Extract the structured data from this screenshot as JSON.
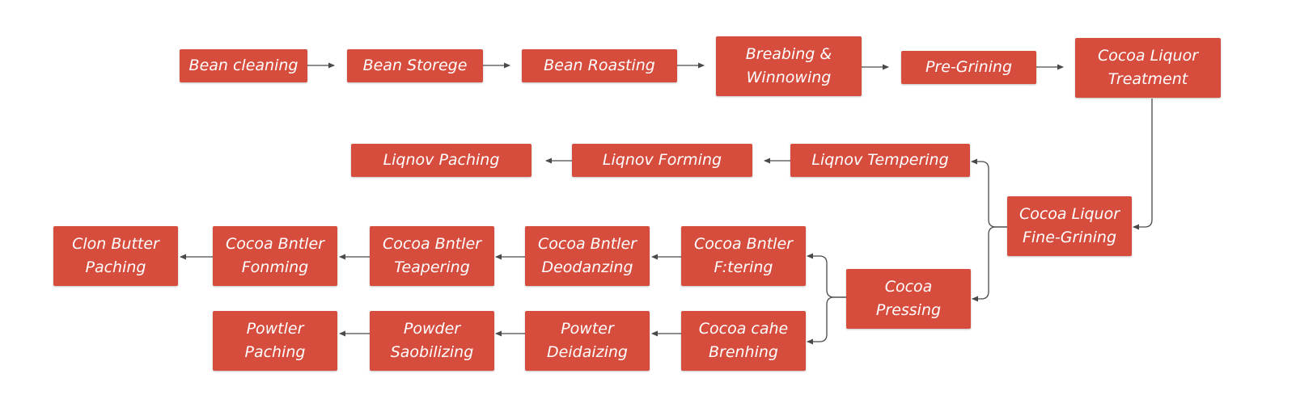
{
  "colors": {
    "node_fill": "#d64c3d",
    "node_text": "#ffffff",
    "connector": "#4a4a4a"
  },
  "nodes": [
    {
      "id": "bean-cleaning",
      "label": "Bean cleaning"
    },
    {
      "id": "bean-storege",
      "label": "Bean Storege"
    },
    {
      "id": "bean-roasting",
      "label": "Bean Roasting"
    },
    {
      "id": "breabing-winnowing",
      "label": "Breabing &\nWinnowing"
    },
    {
      "id": "pre-grining",
      "label": "Pre-Grining"
    },
    {
      "id": "cocoa-liquor-treatment",
      "label": "Cocoa Liquor\nTreatment"
    },
    {
      "id": "liqnov-paching",
      "label": "Liqnov Paching"
    },
    {
      "id": "liqnov-forming",
      "label": "Liqnov Forming"
    },
    {
      "id": "liqnov-tempering",
      "label": "Liqnov Tempering"
    },
    {
      "id": "cocoa-liquor-fine-grining",
      "label": "Cocoa Liquor\nFine-Grining"
    },
    {
      "id": "clon-butter-paching",
      "label": "Clon Butter\nPaching"
    },
    {
      "id": "cocoa-bntler-fonming",
      "label": "Cocoa Bntler\nFonming"
    },
    {
      "id": "cocoa-bntler-teapering",
      "label": "Cocoa Bntler\nTeapering"
    },
    {
      "id": "cocoa-bntler-deodanzing",
      "label": "Cocoa Bntler\nDeodanzing"
    },
    {
      "id": "cocoa-bntler-ftering",
      "label": "Cocoa Bntler\nF:tering"
    },
    {
      "id": "cocoa-pressing",
      "label": "Cocoa\nPressing"
    },
    {
      "id": "powtler-paching",
      "label": "Powtler\nPaching"
    },
    {
      "id": "powder-saobilizing",
      "label": "Powder\nSaobilizing"
    },
    {
      "id": "powter-deidaizing",
      "label": "Powter\nDeidaizing"
    },
    {
      "id": "cocoa-cahe-brenhing",
      "label": "Cocoa cahe\nBrenhing"
    }
  ],
  "edges": [
    {
      "from": "bean-cleaning",
      "to": "bean-storege"
    },
    {
      "from": "bean-storege",
      "to": "bean-roasting"
    },
    {
      "from": "bean-roasting",
      "to": "breabing-winnowing"
    },
    {
      "from": "breabing-winnowing",
      "to": "pre-grining"
    },
    {
      "from": "pre-grining",
      "to": "cocoa-liquor-treatment"
    },
    {
      "from": "cocoa-liquor-treatment",
      "to": "cocoa-liquor-fine-grining"
    },
    {
      "from": "cocoa-liquor-fine-grining",
      "to": "liqnov-tempering"
    },
    {
      "from": "cocoa-liquor-fine-grining",
      "to": "cocoa-pressing"
    },
    {
      "from": "liqnov-tempering",
      "to": "liqnov-forming"
    },
    {
      "from": "liqnov-forming",
      "to": "liqnov-paching"
    },
    {
      "from": "cocoa-pressing",
      "to": "cocoa-bntler-ftering"
    },
    {
      "from": "cocoa-pressing",
      "to": "cocoa-cahe-brenhing"
    },
    {
      "from": "cocoa-bntler-ftering",
      "to": "cocoa-bntler-deodanzing"
    },
    {
      "from": "cocoa-bntler-deodanzing",
      "to": "cocoa-bntler-teapering"
    },
    {
      "from": "cocoa-bntler-teapering",
      "to": "cocoa-bntler-fonming"
    },
    {
      "from": "cocoa-bntler-fonming",
      "to": "clon-butter-paching"
    },
    {
      "from": "cocoa-cahe-brenhing",
      "to": "powter-deidaizing"
    },
    {
      "from": "powter-deidaizing",
      "to": "powder-saobilizing"
    },
    {
      "from": "powder-saobilizing",
      "to": "powtler-paching"
    }
  ]
}
